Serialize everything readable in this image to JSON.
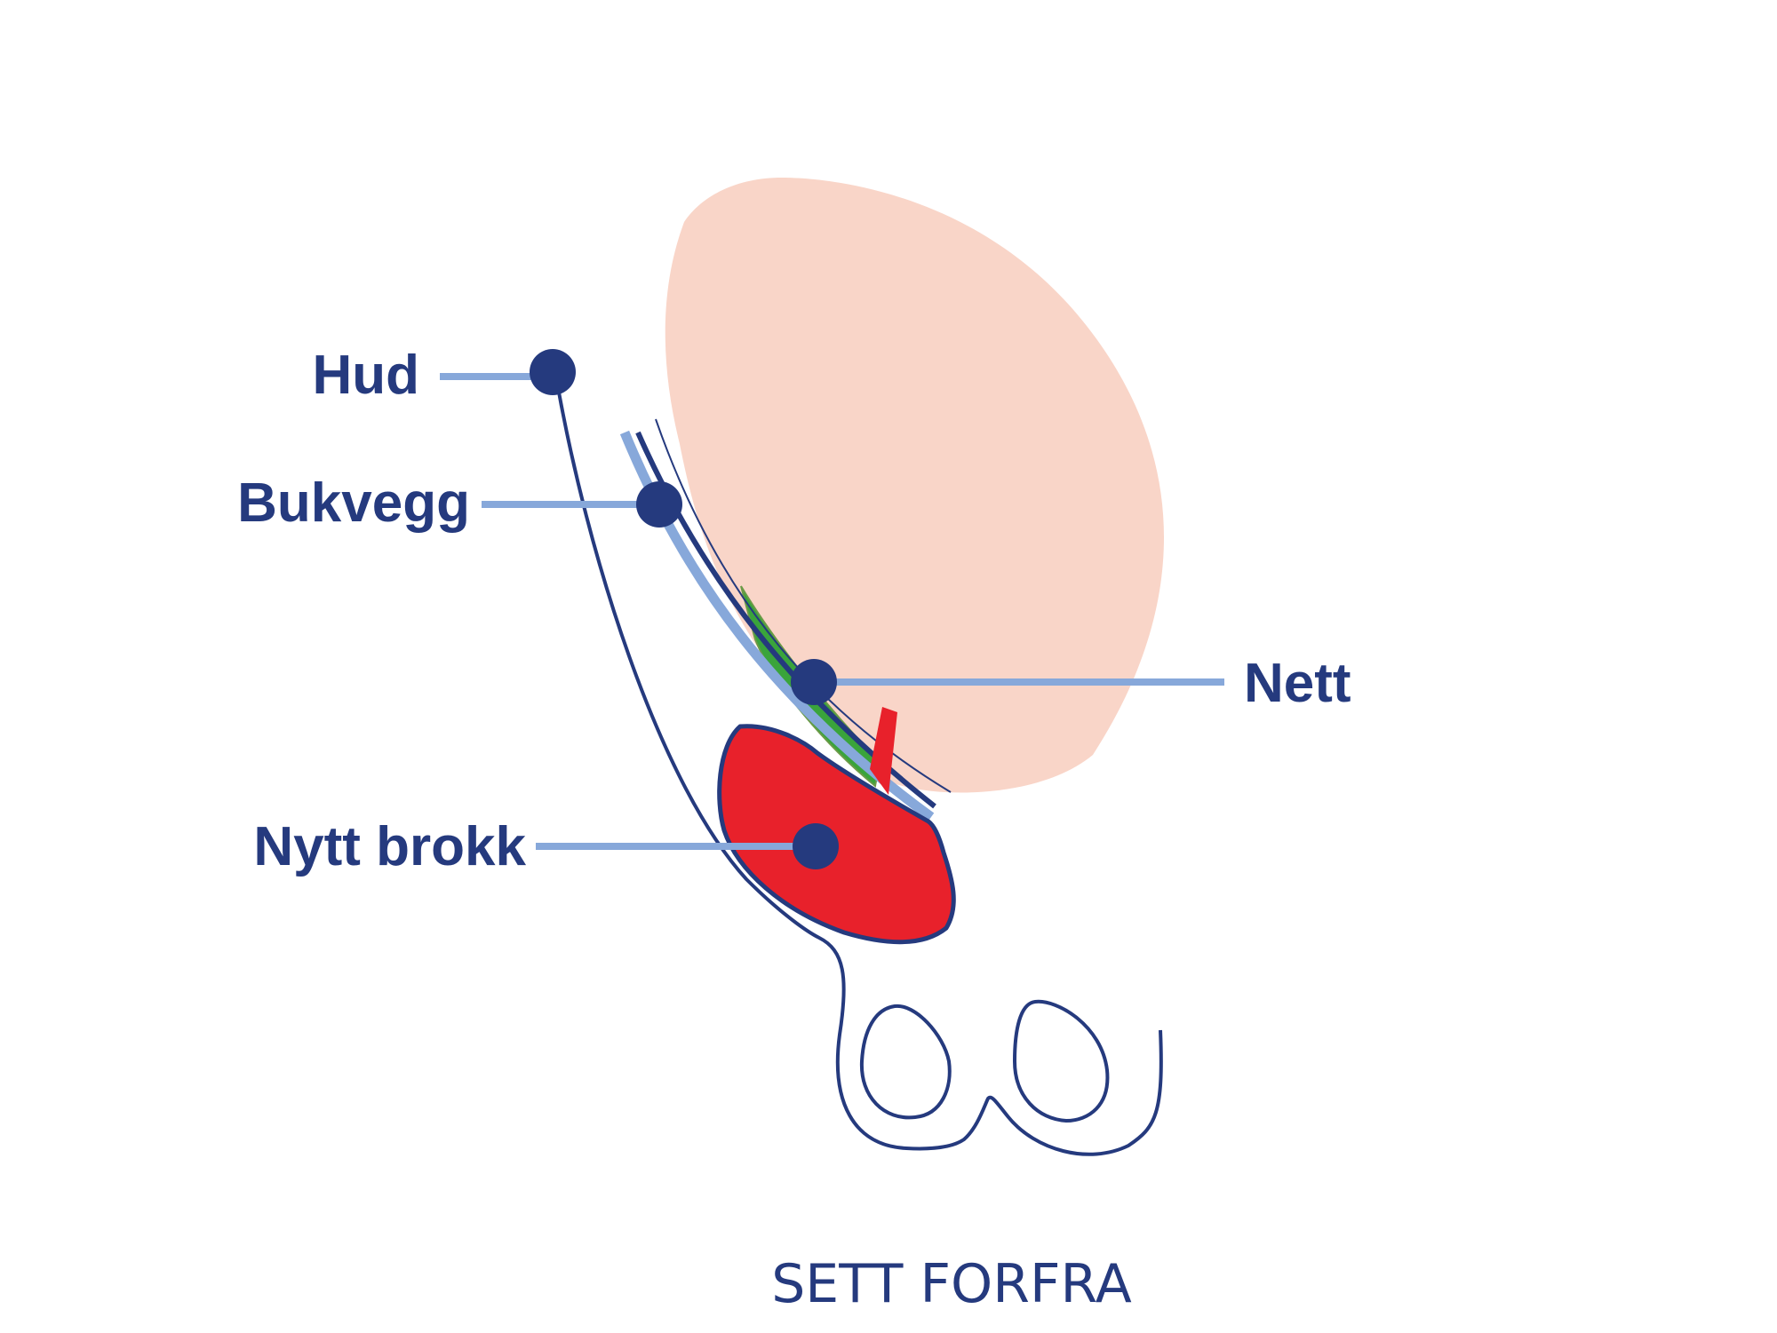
{
  "labels": {
    "hud": "Hud",
    "bukvegg": "Bukvegg",
    "nett": "Nett",
    "nytt_brokk": "Nytt brokk"
  },
  "caption": "SETT FORFRA",
  "colors": {
    "outline": "#253a7e",
    "leader": "#87a8da",
    "organ": "#f9d5c8",
    "mesh": "#3aa43b",
    "mesh_dark": "#6a9a46",
    "hernia": "#e8212b",
    "background": "#ffffff"
  }
}
